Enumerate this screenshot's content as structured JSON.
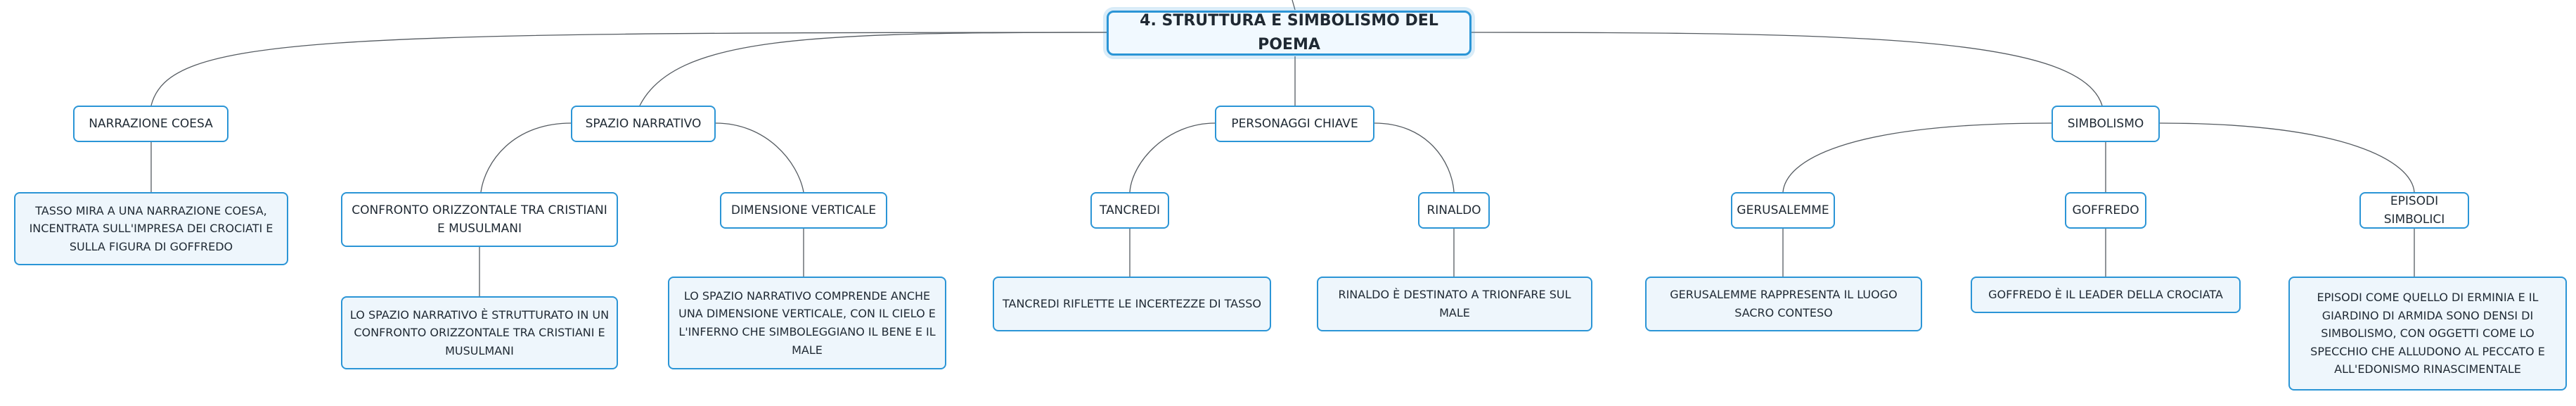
{
  "colors": {
    "accent": "#2b95d6",
    "line": "#555b61",
    "leaf_fill": "#eef6fc"
  },
  "mindmap": {
    "root": "4. STRUTTURA E SIMBOLISMO DEL POEMA",
    "branches": {
      "narrazione": {
        "label": "NARRAZIONE COESA",
        "note": "TASSO MIRA A UNA NARRAZIONE COESA, INCENTRATA SULL'IMPRESA DEI CROCIATI E SULLA FIGURA DI GOFFREDO"
      },
      "spazio": {
        "label": "SPAZIO NARRATIVO",
        "confronto": {
          "label": "CONFRONTO ORIZZONTALE TRA CRISTIANI E MUSULMANI",
          "note": "LO SPAZIO NARRATIVO È STRUTTURATO IN UN CONFRONTO ORIZZONTALE TRA CRISTIANI E MUSULMANI"
        },
        "verticale": {
          "label": "DIMENSIONE VERTICALE",
          "note": "LO SPAZIO NARRATIVO COMPRENDE ANCHE UNA DIMENSIONE VERTICALE, CON IL CIELO E L'INFERNO CHE SIMBOLEGGIANO IL BENE E IL MALE"
        }
      },
      "personaggi": {
        "label": "PERSONAGGI CHIAVE",
        "tancredi": {
          "label": "TANCREDI",
          "note": "TANCREDI RIFLETTE LE INCERTEZZE DI TASSO"
        },
        "rinaldo": {
          "label": "RINALDO",
          "note": "RINALDO È DESTINATO A TRIONFARE SUL MALE"
        }
      },
      "simbolismo": {
        "label": "SIMBOLISMO",
        "gerusalemme": {
          "label": "GERUSALEMME",
          "note": "GERUSALEMME RAPPRESENTA IL LUOGO SACRO CONTESO"
        },
        "goffredo": {
          "label": "GOFFREDO",
          "note": "GOFFREDO È IL LEADER DELLA CROCIATA"
        },
        "episodi": {
          "label": "EPISODI SIMBOLICI",
          "note": "EPISODI COME QUELLO DI ERMINIA E IL GIARDINO DI ARMIDA SONO DENSI DI SIMBOLISMO, CON OGGETTI COME LO SPECCHIO CHE ALLUDONO AL PECCATO E ALL'EDONISMO RINASCIMENTALE"
        }
      }
    }
  }
}
